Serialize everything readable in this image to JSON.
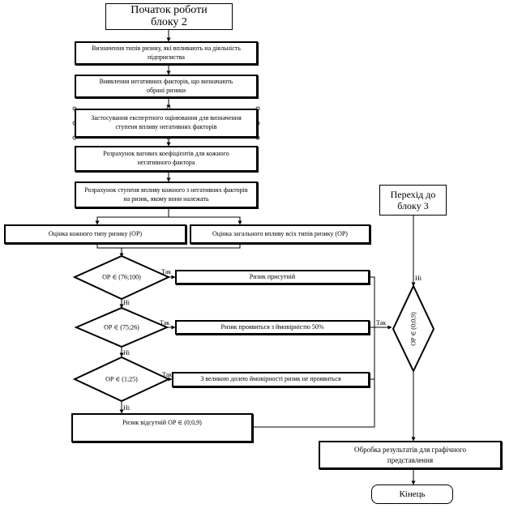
{
  "nodes": {
    "start": "Початок роботи блоку 2",
    "step1": "Визначення типів ризику, які впливають на діяльність підприємства",
    "step2": "Виявлення негативних факторів, що визначають обрані ризики",
    "step3": "Застосування експертного оцінювання для визначення ступеня впливу негативних факторів",
    "step4": "Розрахунок вагових коефіцієнтів для кожного негативного фактора",
    "step5": "Розрахунок ступеня впливу кожного з негативних факторів на ризик, якому вони належать",
    "eval_each": "Оцінка кожного типу ризику (ОР)",
    "eval_total": "Оцінка загального впливу всіх типів ризику (ОР)",
    "cond1": "ОР ∈ (76;100)",
    "cond2": "ОР ∈ (75;26)",
    "cond3": "ОР ∈ (1;25)",
    "res1": "Ризик присутній",
    "res2": "Ризик проявиться з ймовірністю 50%",
    "res3": "З великою долею ймовірності ризик не проявиться",
    "res4": "Ризик відсутній ОР ∈ (0;0,9)",
    "goto3": "Перехід до блоку 3",
    "cond4": "ОР ∈ (0;0,9)",
    "process": "Обробка результатів для графічного представлення",
    "end": "Кінець"
  },
  "labels": {
    "yes": "Так",
    "no": "Ні"
  }
}
